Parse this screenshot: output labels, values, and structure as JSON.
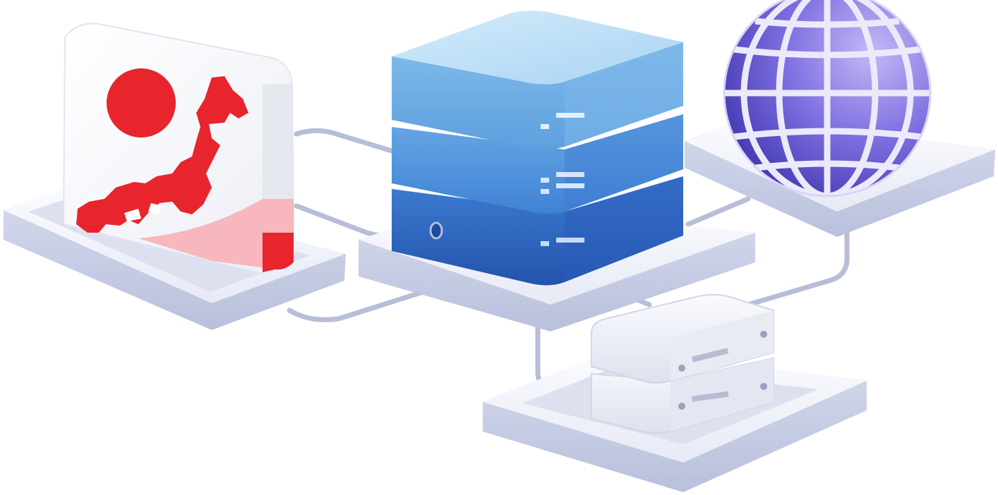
{
  "scene": {
    "kind": "isometric network illustration",
    "nodes": [
      {
        "id": "japan-card",
        "icon": "japan-flag-map-icon"
      },
      {
        "id": "main-server",
        "icon": "server-stack-icon",
        "units": 3
      },
      {
        "id": "globe",
        "icon": "globe-icon"
      },
      {
        "id": "secondary-server",
        "icon": "server-stack-icon",
        "units": 2
      }
    ]
  },
  "colors": {
    "background": "#ffffff",
    "platform_top": "#f1f3fa",
    "platform_side": "#c9cfe6",
    "cable": "#b5bcd4",
    "flag_red": "#e8242c",
    "flag_pink": "#f7b3b8",
    "server_light": "#bfe0f6",
    "server_mid": "#6aa9e2",
    "server_dark": "#2f64c2",
    "globe_light": "#a89cf0",
    "globe_dark": "#4a3fb8",
    "small_server": "#eef0f6"
  }
}
